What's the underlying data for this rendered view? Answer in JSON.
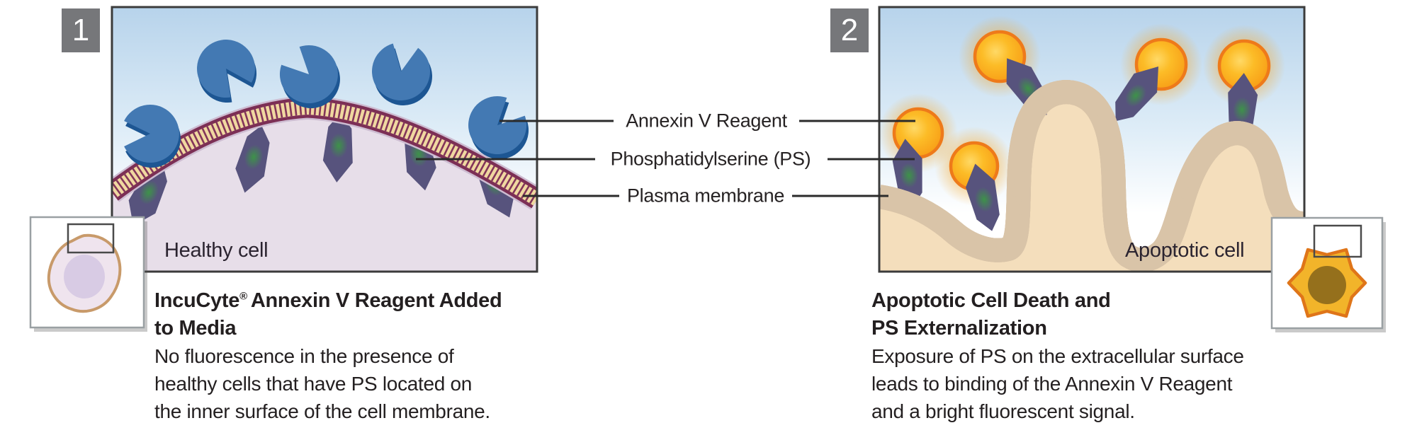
{
  "figure": {
    "kind": "mechanism-diagram",
    "product": "IncuCyte Annexin V Reagent apoptosis assay"
  },
  "palette": {
    "text-dark": "#231f20",
    "badge-gray": "#76777a",
    "reagent-blue": "#4379b3",
    "reagent-blue-dark": "#1d5693",
    "membrane-maroon": "#7c2f55",
    "membrane-cream": "#f0d8a0",
    "ps-slate": "#57537d",
    "ps-green": "#3c9646",
    "fluor-orange": "#fbb81e",
    "fluor-ring": "#ee7a1a",
    "healthy-cytoplasm": "#e7dee9",
    "apoptotic-cytoplasm": "#f4debc",
    "sky-blue": "#b7d3eb"
  },
  "step1": {
    "number": "1",
    "caption": "Healthy cell",
    "title_name": "IncuCyte",
    "title_reg": "®",
    "title_rest": "Annexin V Reagent Added",
    "title_line2": "to Media",
    "desc": [
      "No fluorescence in the presence of",
      "healthy cells that have PS located on",
      "the inner surface of the cell membrane."
    ]
  },
  "step2": {
    "number": "2",
    "caption": "Apoptotic cell",
    "title_line1": "Apoptotic Cell Death and",
    "title_line2": "PS Externalization",
    "desc": [
      "Exposure of PS on the extracellular surface",
      "leads to binding of the Annexin V Reagent",
      "and a bright fluorescent signal."
    ]
  },
  "callouts": {
    "annexin": "Annexin V Reagent",
    "ps": "Phosphatidylserine (PS)",
    "membrane": "Plasma membrane"
  }
}
